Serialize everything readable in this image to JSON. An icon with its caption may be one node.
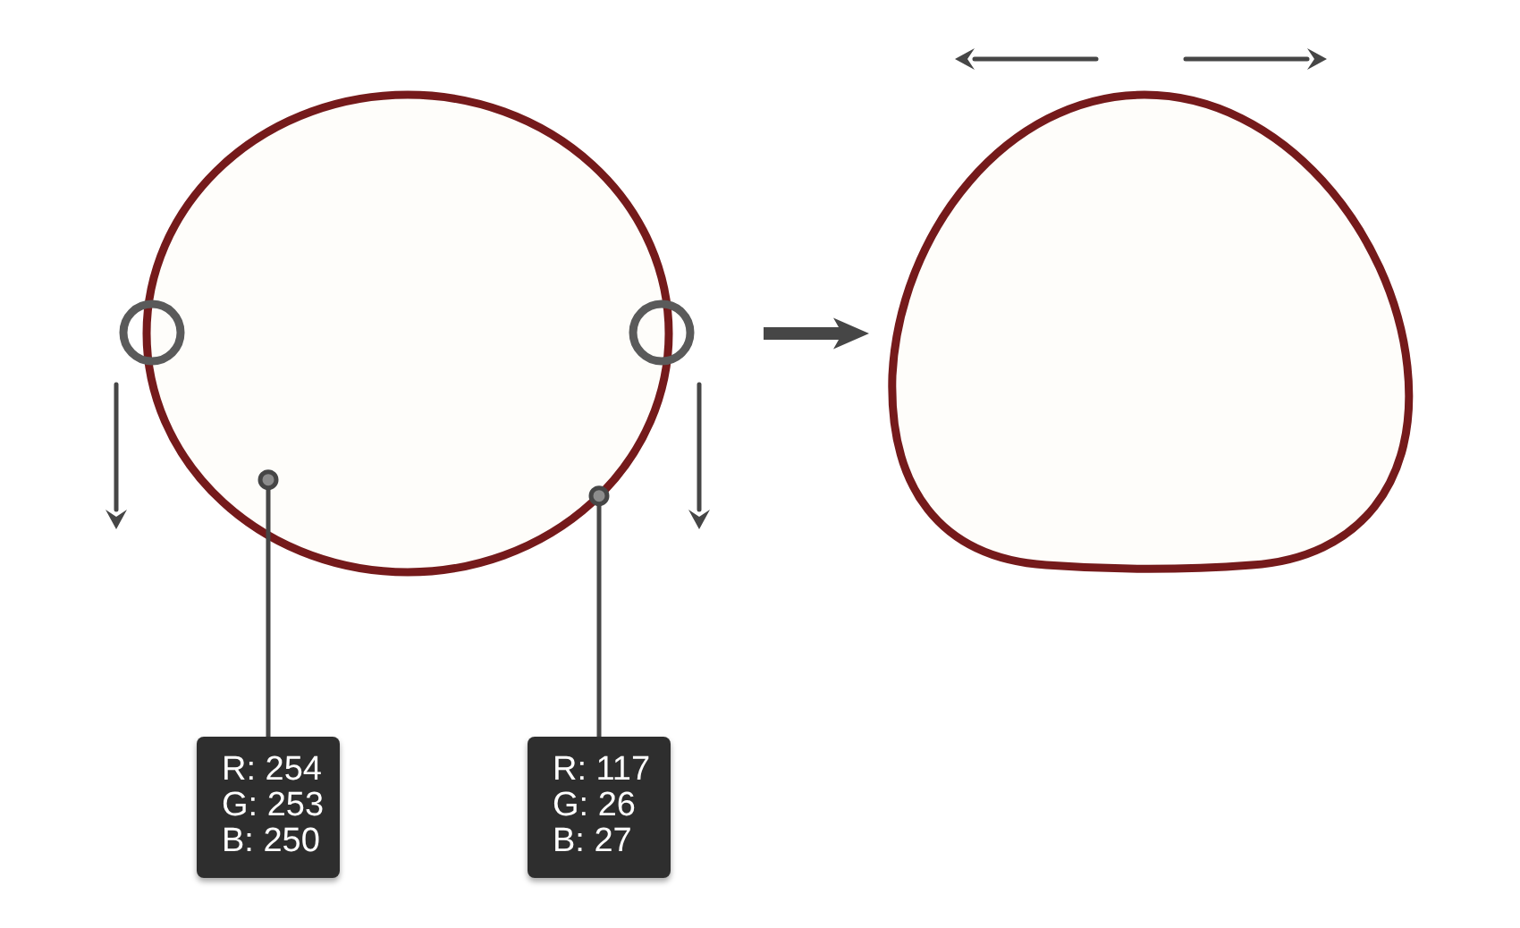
{
  "diagram": {
    "nodes": [
      {
        "text": [],
        "shape": "ellipse"
      },
      {
        "text": [],
        "shape": "blob"
      },
      {
        "text": [
          "R: 254 G: 253 B: 250"
        ]
      },
      {
        "text": [
          "R: 117 G: 26 B: 27"
        ]
      }
    ],
    "edges": [
      {
        "from": 0,
        "to": 1,
        "arrow": "to",
        "style": "thick"
      },
      {
        "from": 2,
        "to": 0,
        "arrow": "other"
      },
      {
        "from": 3,
        "to": 0,
        "arrow": "other"
      }
    ]
  }
}
